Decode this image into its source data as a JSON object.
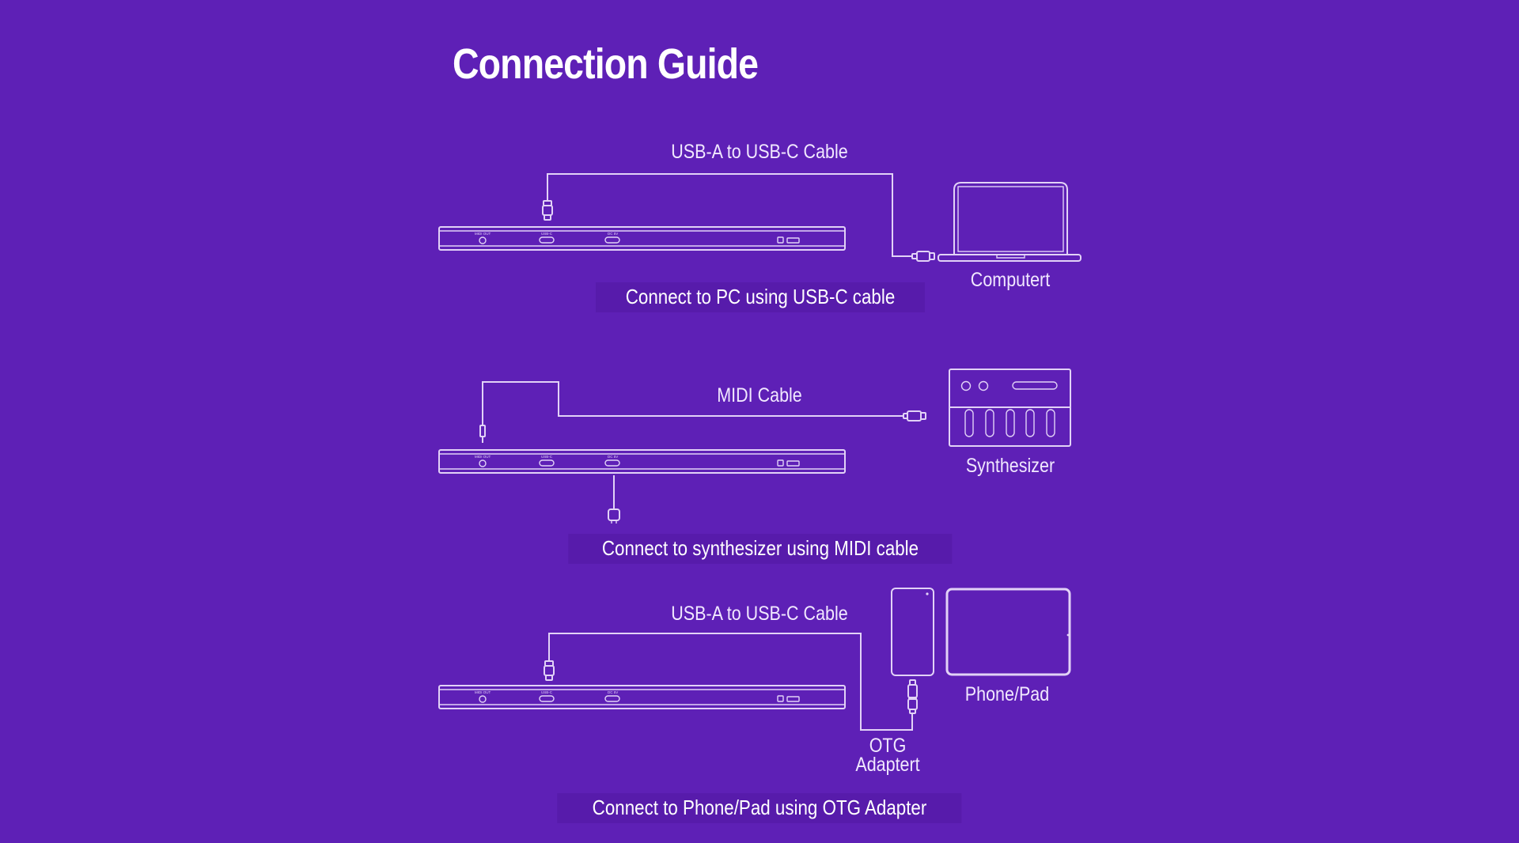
{
  "page": {
    "title": "Connection Guide",
    "colors": {
      "background": "#5e20b6",
      "line": "#e2d2f7",
      "caption_background": "#571bab",
      "text": "#ffffff"
    }
  },
  "device": {
    "ports": [
      "MIDI OUT",
      "USB-C",
      "DC 5V"
    ],
    "icons": [
      "midi-jack-icon",
      "usb-c-port-icon",
      "dc-port-icon",
      "lock-icon",
      "power-switch-icon"
    ]
  },
  "sections": [
    {
      "id": "pc",
      "cable_label": "USB-A to USB-C Cable",
      "target_label": "Computert",
      "target_icon": "laptop-icon",
      "caption": "Connect to PC using USB-C cable"
    },
    {
      "id": "synth",
      "cable_label": "MIDI Cable",
      "target_label": "Synthesizer",
      "target_icon": "synthesizer-icon",
      "caption": "Connect to synthesizer using MIDI cable"
    },
    {
      "id": "phone",
      "cable_label": "USB-A to USB-C Cable",
      "adapter_label_line1": "OTG",
      "adapter_label_line2": "Adaptert",
      "target_label": "Phone/Pad",
      "target_icons": [
        "phone-icon",
        "tablet-icon"
      ],
      "caption": "Connect to Phone/Pad using OTG Adapter"
    }
  ]
}
